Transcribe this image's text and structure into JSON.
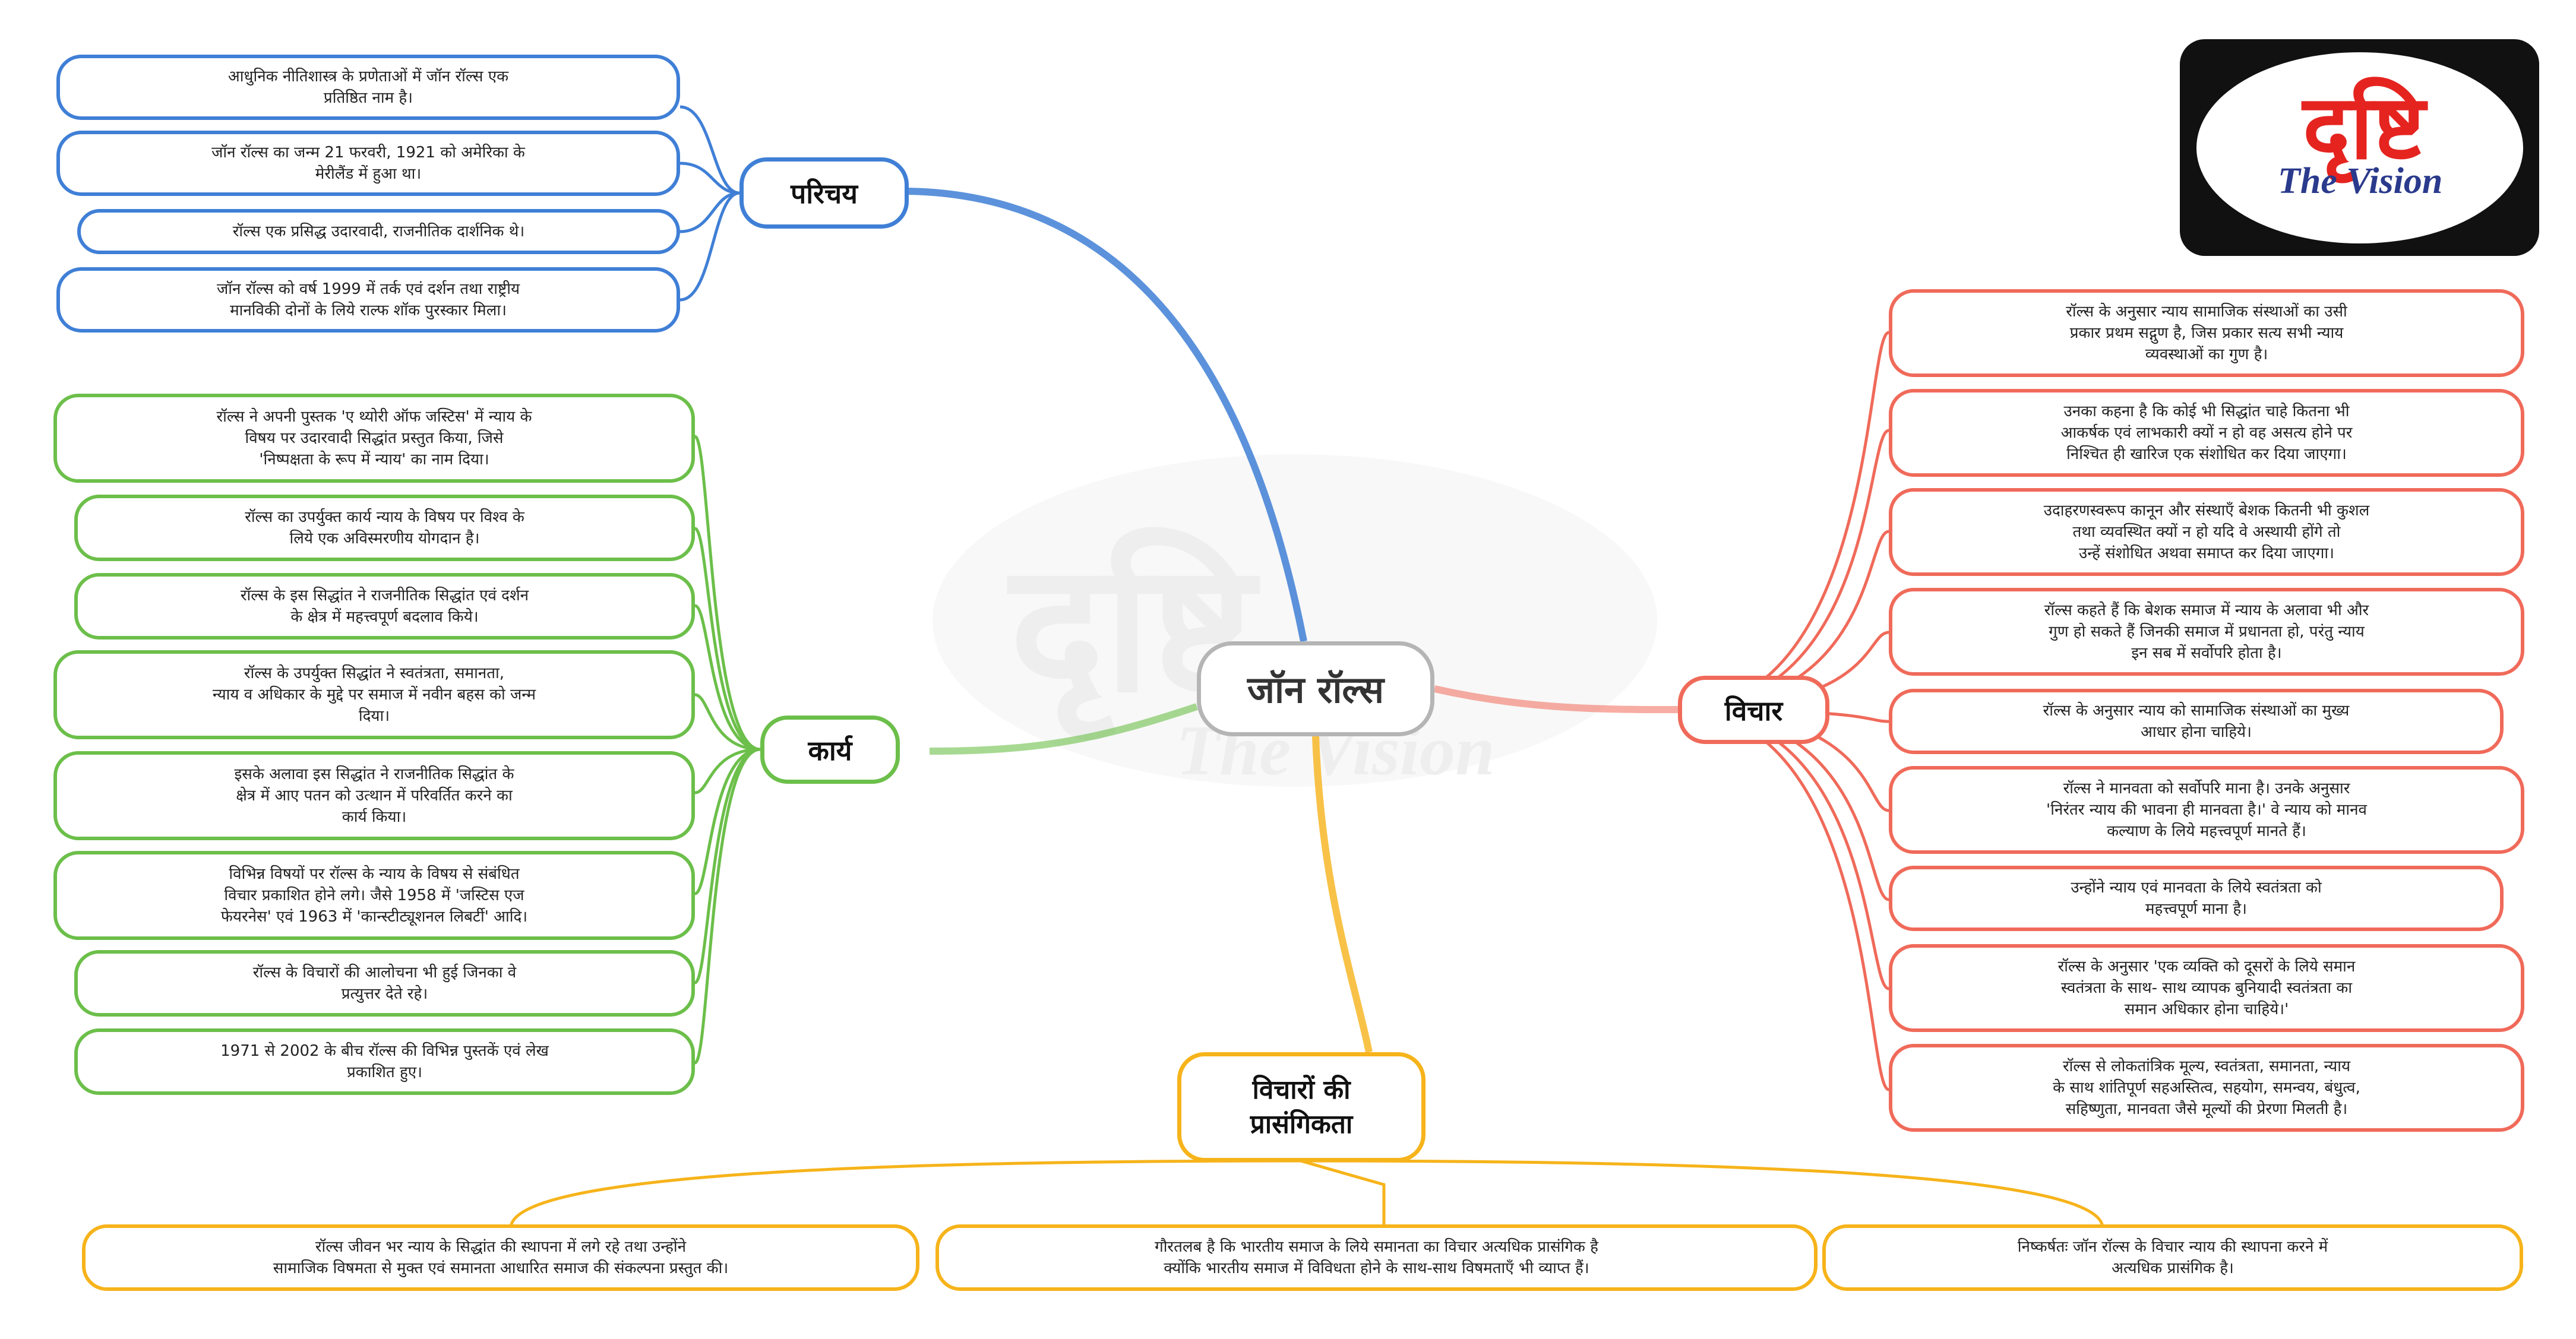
{
  "center": "जॉन रॉल्स",
  "logo": {
    "hindi": "दृष्टि",
    "english": "The Vision"
  },
  "colors": {
    "parichay": "#3f7fd6",
    "karya": "#6cbf4a",
    "vichar": "#f06a5a",
    "prasangikta": "#f6b31a"
  },
  "parichay": {
    "title": "परिचय",
    "items": [
      "आधुनिक नीतिशास्त्र के प्रणेताओं में जॉन रॉल्स एक\nप्रतिष्ठित नाम है।",
      "जॉन रॉल्स का जन्म 21 फरवरी, 1921 को अमेरिका के\nमेरीलैंड में हुआ था।",
      "रॉल्स एक प्रसिद्ध उदारवादी, राजनीतिक दार्शनिक थे।",
      "जॉन रॉल्स को वर्ष 1999 में तर्क एवं दर्शन तथा राष्ट्रीय\nमानविकी दोनों के लिये राल्फ शॉक पुरस्कार मिला।"
    ]
  },
  "karya": {
    "title": "कार्य",
    "items": [
      "रॉल्स ने अपनी पुस्तक 'ए थ्योरी ऑफ जस्टिस' में न्याय के\nविषय पर उदारवादी सिद्धांत प्रस्तुत किया, जिसे\n'निष्पक्षता के रूप में न्याय' का नाम दिया।",
      "रॉल्स का उपर्युक्त कार्य न्याय के विषय पर विश्व के\nलिये एक अविस्मरणीय योगदान है।",
      "रॉल्स के इस सिद्धांत ने राजनीतिक सिद्धांत एवं दर्शन\nके क्षेत्र में महत्त्वपूर्ण बदलाव किये।",
      "रॉल्स के उपर्युक्त सिद्धांत ने स्वतंत्रता, समानता,\nन्याय व अधिकार के मुद्दे पर समाज में नवीन बहस को जन्म\nदिया।",
      "इसके अलावा इस सिद्धांत ने राजनीतिक सिद्धांत के\nक्षेत्र में आए पतन को उत्थान में परिवर्तित करने का\nकार्य किया।",
      "विभिन्न विषयों पर रॉल्स के न्याय के विषय से संबंधित\nविचार प्रकाशित होने लगे। जैसे 1958 में 'जस्टिस एज\nफेयरनेस' एवं 1963 में 'कान्स्टीट्यूशनल लिबर्टी' आदि।",
      "रॉल्स के विचारों की आलोचना भी हुई जिनका वे\nप्रत्युत्तर देते रहे।",
      "1971 से 2002 के बीच रॉल्स की विभिन्न पुस्तकें एवं लेख\nप्रकाशित हुए।"
    ]
  },
  "vichar": {
    "title": "विचार",
    "items": [
      "रॉल्स के अनुसार न्याय सामाजिक संस्थाओं का उसी\nप्रकार प्रथम सद्गुण है, जिस प्रकार सत्य सभी न्याय\nव्यवस्थाओं का गुण है।",
      "उनका कहना है कि कोई भी सिद्धांत चाहे कितना भी\nआकर्षक एवं लाभकारी क्यों न हो वह असत्य होने पर\nनिश्चित ही खारिज एक संशोधित कर दिया जाएगा।",
      "उदाहरणस्वरूप कानून और संस्थाएँ बेशक कितनी भी कुशल\nतथा व्यवस्थित क्यों न हो यदि वे अस्थायी होंगे तो\nउन्हें संशोधित अथवा समाप्त कर दिया जाएगा।",
      "रॉल्स कहते हैं कि बेशक समाज में न्याय के अलावा भी और\nगुण हो सकते हैं जिनकी समाज में प्रधानता हो, परंतु न्याय\nइन सब में सर्वोपरि होता है।",
      "रॉल्स के अनुसार न्याय को सामाजिक संस्थाओं का मुख्य\nआधार होना चाहिये।",
      "रॉल्स ने मानवता को सर्वोपरि माना है। उनके अनुसार\n'निरंतर न्याय की भावना ही मानवता है।' वे न्याय को मानव\nकल्याण के लिये महत्त्वपूर्ण मानते हैं।",
      "उन्होंने न्याय एवं मानवता के लिये स्वतंत्रता को\nमहत्त्वपूर्ण माना है।",
      "रॉल्स के अनुसार 'एक व्यक्ति को दूसरों के लिये समान\nस्वतंत्रता के साथ- साथ व्यापक बुनियादी स्वतंत्रता का\nसमान अधिकार होना चाहिये।'",
      "रॉल्स से लोकतांत्रिक मूल्य, स्वतंत्रता, समानता, न्याय\nके साथ शांतिपूर्ण सहअस्तित्व, सहयोग, समन्वय, बंधुत्व,\nसहिष्णुता, मानवता जैसे मूल्यों की प्रेरणा मिलती है।"
    ]
  },
  "prasangikta": {
    "title": "विचारों की\nप्रासंगिकता",
    "items": [
      "रॉल्स जीवन भर न्याय के सिद्धांत की स्थापना में लगे रहे तथा उन्होंने\nसामाजिक विषमता से मुक्त एवं समानता आधारित समाज की संकल्पना प्रस्तुत की।",
      "गौरतलब है कि भारतीय समाज के लिये समानता का विचार अत्यधिक प्रासंगिक है\nक्योंकि भारतीय समाज में विविधता होने के साथ-साथ विषमताएँ भी व्याप्त हैं।",
      "निष्कर्षतः जॉन रॉल्स के विचार न्याय की स्थापना करने में\nअत्यधिक प्रासंगिक है।"
    ]
  }
}
